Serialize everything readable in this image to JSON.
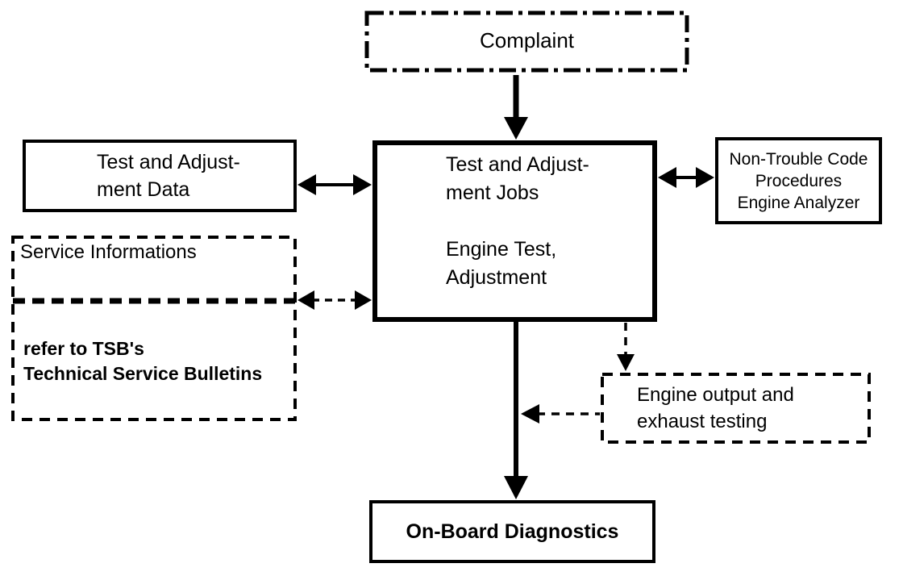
{
  "diagram": {
    "type": "flowchart",
    "background": "#ffffff",
    "ink": "#000000",
    "nodes": {
      "complaint": {
        "label": "Complaint",
        "border_style": "dash-dot"
      },
      "test_adjustment_jobs": {
        "title_line1": "Test and Adjust-",
        "title_line2": "ment Jobs",
        "body_line1": "Engine Test,",
        "body_line2": "Adjustment",
        "border_style": "solid-thick"
      },
      "test_adjustment_data": {
        "line1": "Test and Adjust-",
        "line2": "ment Data",
        "border_style": "solid"
      },
      "service_informations": {
        "title": "Service Informations",
        "note_line1": "refer to TSB's",
        "note_line2": "Technical Service Bulletins",
        "border_style": "dashed"
      },
      "non_trouble_code": {
        "line1": "Non-Trouble Code",
        "line2": "Procedures",
        "line3": "Engine Analyzer",
        "border_style": "solid"
      },
      "engine_output": {
        "line1": "Engine output and",
        "line2": "exhaust testing",
        "border_style": "dashed"
      },
      "on_board_diagnostics": {
        "label": "On-Board Diagnostics",
        "border_style": "solid"
      }
    },
    "connectors": [
      {
        "from": "complaint",
        "to": "test_adjustment_jobs",
        "style": "solid",
        "direction": "down"
      },
      {
        "from": "test_adjustment_data",
        "to": "test_adjustment_jobs",
        "style": "solid",
        "direction": "both"
      },
      {
        "from": "test_adjustment_jobs",
        "to": "non_trouble_code",
        "style": "solid",
        "direction": "both"
      },
      {
        "from": "service_informations",
        "to": "test_adjustment_jobs",
        "style": "dashed",
        "direction": "both"
      },
      {
        "from": "test_adjustment_jobs",
        "to": "engine_output",
        "style": "dashed",
        "direction": "down"
      },
      {
        "from": "engine_output",
        "to": "test_adjustment_jobs_output_line",
        "style": "dashed",
        "direction": "left"
      },
      {
        "from": "test_adjustment_jobs",
        "to": "on_board_diagnostics",
        "style": "solid",
        "direction": "down"
      }
    ]
  }
}
